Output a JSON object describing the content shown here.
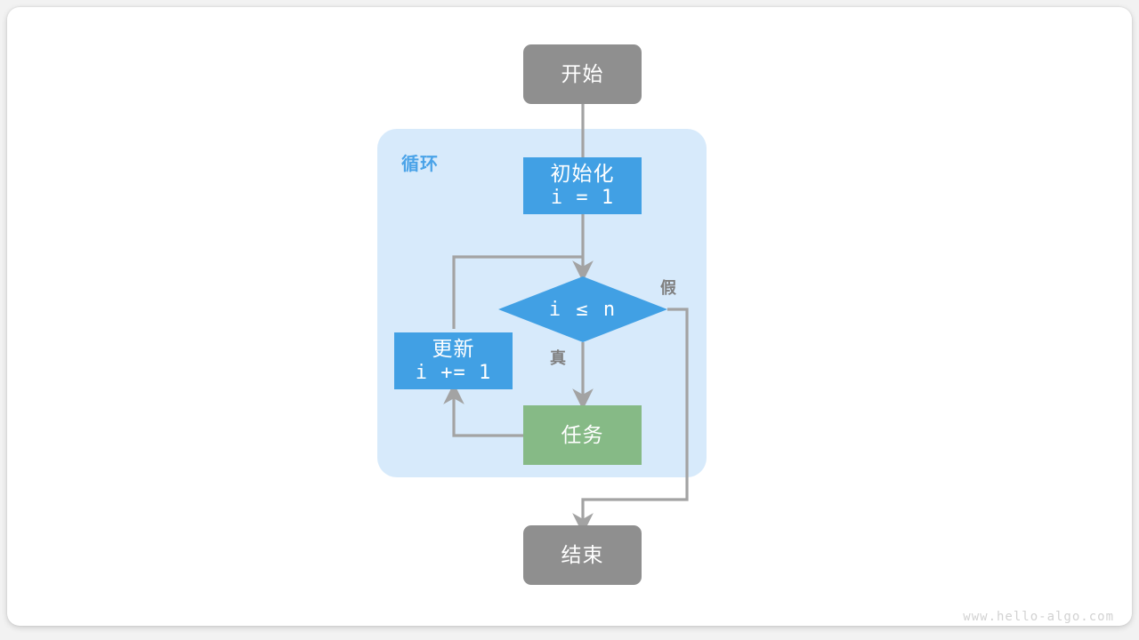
{
  "diagram": {
    "title": "for-loop-flowchart",
    "watermark": "www.hello-algo.com",
    "colors": {
      "terminator": "#8f8f8f",
      "process_blue": "#41a0e4",
      "process_green": "#86ba86",
      "loop_container": "#d7eafb",
      "loop_label": "#4aa3e8",
      "edge": "#a3a3a3",
      "edge_label": "#808080",
      "canvas": "#ffffff"
    },
    "nodes": {
      "start": {
        "label": "开始",
        "shape": "rounded-rectangle",
        "type": "terminator"
      },
      "init": {
        "label": "初始化",
        "code": "i = 1",
        "shape": "rectangle",
        "type": "process"
      },
      "decision": {
        "label": "i ≤ n",
        "shape": "diamond",
        "type": "decision"
      },
      "update": {
        "label": "更新",
        "code": "i += 1",
        "shape": "rectangle",
        "type": "process"
      },
      "task": {
        "label": "任务",
        "shape": "rectangle",
        "type": "process"
      },
      "end": {
        "label": "结束",
        "shape": "rounded-rectangle",
        "type": "terminator"
      }
    },
    "container": {
      "label": "循环"
    },
    "edge_labels": {
      "true_branch": "真",
      "false_branch": "假"
    },
    "edges": [
      {
        "from": "start",
        "to": "init",
        "label": ""
      },
      {
        "from": "init",
        "to": "decision",
        "label": ""
      },
      {
        "from": "decision",
        "to": "task",
        "label": "真"
      },
      {
        "from": "decision",
        "to": "end",
        "label": "假"
      },
      {
        "from": "task",
        "to": "update",
        "label": ""
      },
      {
        "from": "update",
        "to": "decision",
        "label": ""
      }
    ]
  }
}
